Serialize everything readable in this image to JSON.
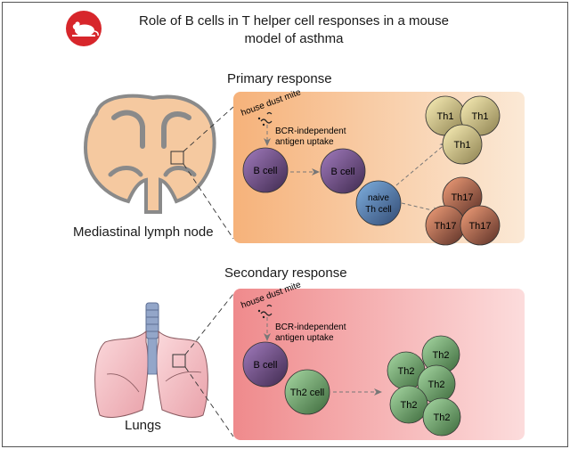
{
  "title": "Role of B cells in T helper cell responses in a mouse model of asthma",
  "logo": {
    "icon": "mouse-icon",
    "color": "#d7262b"
  },
  "primary": {
    "heading": "Primary response",
    "organ_label": "Mediastinal lymph node",
    "allergen": "house dust mite",
    "uptake_line1": "BCR-independent",
    "uptake_line2": "antigen uptake",
    "b_cell_1": "B cell",
    "b_cell_2": "B cell",
    "naive_line1": "naive",
    "naive_line2": "Th cell",
    "th1": [
      "Th1",
      "Th1",
      "Th1"
    ],
    "th17": [
      "Th17",
      "Th17",
      "Th17"
    ],
    "panel_colors": [
      "#f6b27a",
      "#fbe9d6"
    ]
  },
  "secondary": {
    "heading": "Secondary response",
    "organ_label": "Lungs",
    "allergen": "house dust mite",
    "uptake_line1": "BCR-independent",
    "uptake_line2": "antigen uptake",
    "b_cell": "B cell",
    "th2_cell": "Th2 cell",
    "th2": [
      "Th2",
      "Th2",
      "Th2",
      "Th2",
      "Th2"
    ],
    "panel_colors": [
      "#ef8a8c",
      "#fcdcdc"
    ]
  }
}
